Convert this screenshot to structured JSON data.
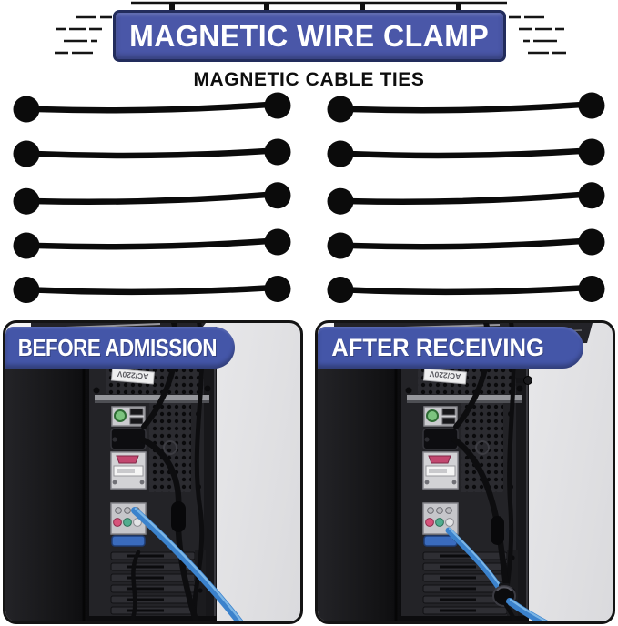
{
  "image": {
    "title": "MAGNETIC WIRE CLAMP",
    "subtitle": "MAGNETIC CABLE TIES"
  },
  "comparison": {
    "before": {
      "label": "BEFORE ADMISSION",
      "ac_sticker": "AC/220V"
    },
    "after": {
      "label": "AFTER RECEIVING",
      "ac_sticker": "AC/220V"
    }
  },
  "ties": {
    "columns": 2,
    "per_column": 5,
    "total": 10
  },
  "colors": {
    "banner_blue": "#4a57a8",
    "banner_border": "#222c5c",
    "label_blue": "#4456a8",
    "tie_black": "#0b0b0b",
    "cable_blue": "#3b82cc",
    "panel_border": "#141414",
    "background": "#ffffff"
  }
}
